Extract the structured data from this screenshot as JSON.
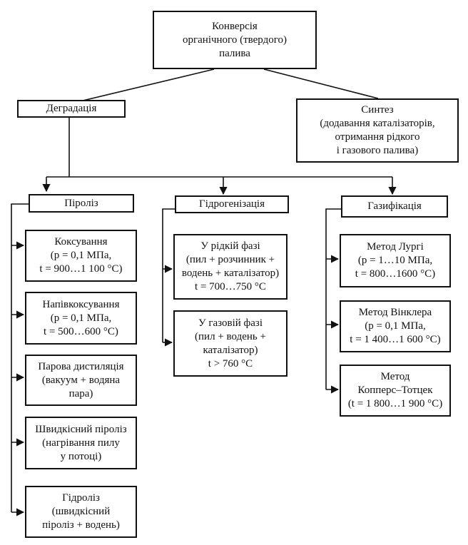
{
  "root": [
    "Конверсія",
    "органічного (твердого)",
    "палива"
  ],
  "degradation": "Деградація",
  "synthesis": [
    "Синтез",
    "(додавання каталізаторів,",
    "отримання рідкого",
    "і газового палива)"
  ],
  "pyrolysis": {
    "title": "Піроліз",
    "items": [
      [
        "Коксування",
        "(p = 0,1 МПа,",
        "t = 900…1 100 °C)"
      ],
      [
        "Напівкоксування",
        "(p = 0,1 МПа,",
        "t = 500…600 °C)"
      ],
      [
        "Парова дистиляція",
        "(вакуум + водяна",
        "пара)"
      ],
      [
        "Швидкісний піроліз",
        "(нагрівання пилу",
        "у потоці)"
      ],
      [
        "Гідроліз",
        "(швидкісний",
        "піроліз + водень)"
      ]
    ]
  },
  "hydrogenation": {
    "title": "Гідрогенізація",
    "items": [
      [
        "У рідкій фазі",
        "(пил + розчинник +",
        "водень + каталізатор)",
        "t = 700…750 °C"
      ],
      [
        "У газовій фазі",
        "(пил + водень +",
        "каталізатор)",
        "t > 760 °C"
      ]
    ]
  },
  "gasification": {
    "title": "Газифікація",
    "items": [
      [
        "Метод Лургі",
        "(p = 1…10 МПа,",
        "t = 800…1600 °C)"
      ],
      [
        "Метод Вінклера",
        "(p = 0,1 МПа,",
        "t = 1 400…1 600 °C)"
      ],
      [
        "Метод",
        "Копперс–Тотцек",
        "(t = 1 800…1 900 °C)"
      ]
    ]
  }
}
